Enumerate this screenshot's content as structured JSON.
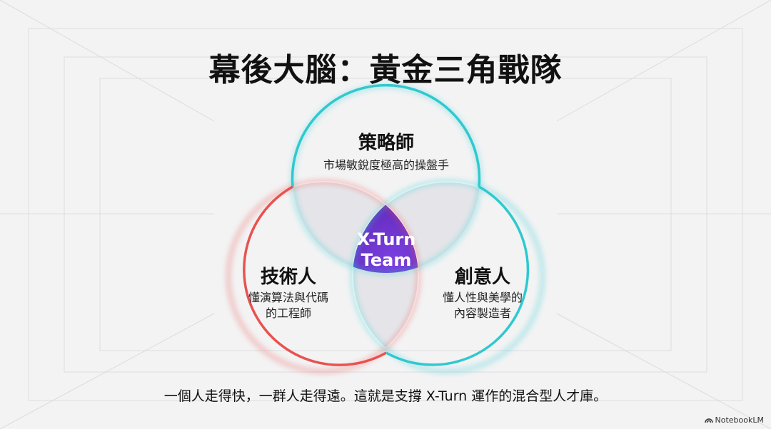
{
  "title": "幕後大腦：黃金三角戰隊",
  "roles": [
    {
      "name": "策略師",
      "desc": [
        "市場敏銳度極高的操盤手"
      ],
      "color": "#2ec9cf"
    },
    {
      "name": "技術人",
      "desc": [
        "懂演算法與代碼",
        "的工程師"
      ],
      "color": "#e8524f"
    },
    {
      "name": "創意人",
      "desc": [
        "懂人性與美學的",
        "內容製造者"
      ],
      "color": "#2ec9cf"
    }
  ],
  "center": {
    "line1": "X-Turn",
    "line2": "Team",
    "color": "#5a1fb0"
  },
  "caption": "一個人走得快，一群人走得遠。這就是支撐 X-Turn 運作的混合型人才庫。",
  "brand": "NotebookLM"
}
